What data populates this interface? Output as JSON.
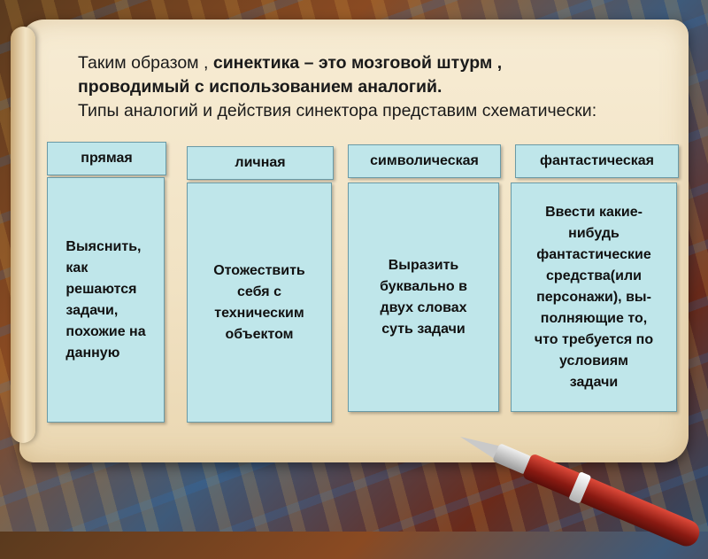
{
  "intro": {
    "line1_plain": "Таким образом , ",
    "line1_bold": "синектика – это мозговой штурм ,",
    "line2_bold": "проводимый с использованием аналогий.",
    "line3": "Типы аналогий и действия синектора представим схематически:"
  },
  "columns": [
    {
      "header": "прямая",
      "body": "Выяснить,\nкак\nрешаются\nзадачи,\nпохожие на\nданную"
    },
    {
      "header": "личная",
      "body": "Отожествить\nсебя с\nтехническим\nобъектом"
    },
    {
      "header": "символическая",
      "body": "Выразить\nбуквально в\nдвух словах\nсуть задачи"
    },
    {
      "header": "фантастическая",
      "body": "Ввести какие-\nнибудь\nфантастические\nсредства(или\nперсонажи), вы-\nполняющие то,\nчто требуется по\nусловиям\nзадачи"
    }
  ]
}
